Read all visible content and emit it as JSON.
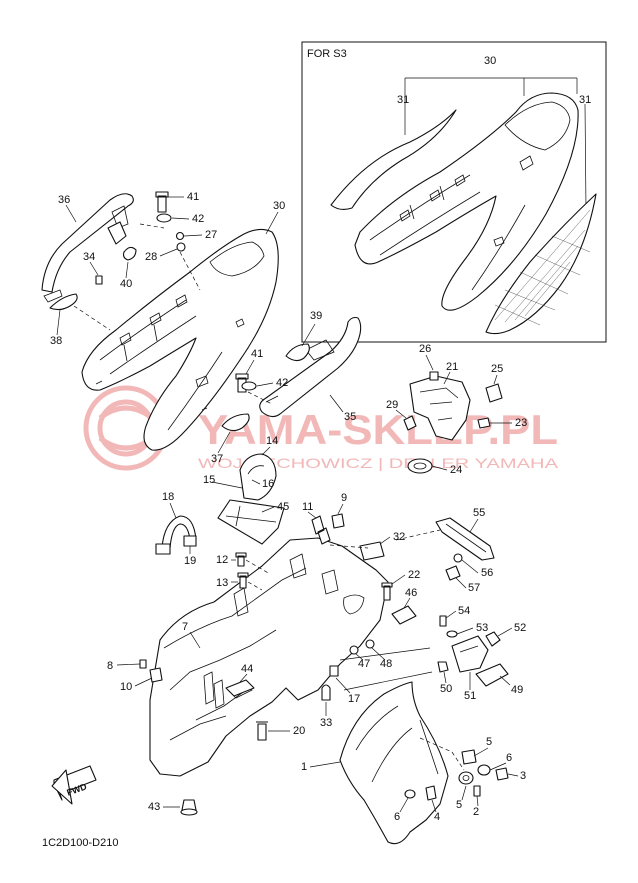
{
  "inset": {
    "title": "FOR S3"
  },
  "watermark": {
    "line1": "YAMA-SKLEP.PL",
    "line2": "WOJCIECHOWICZ | DEALER YAMAHA"
  },
  "direction": {
    "label": "FWD"
  },
  "diagram_code": "1C2D100-D210",
  "colors": {
    "line": "#111111",
    "watermark": "#f2b8b8",
    "background": "#ffffff"
  },
  "callouts": {
    "c30_inset": "30",
    "c31_left": "31",
    "c31_right": "31",
    "c36": "36",
    "c41a": "41",
    "c42a": "42",
    "c27": "27",
    "c28": "28",
    "c30_main": "30",
    "c34": "34",
    "c40": "40",
    "c38": "38",
    "c39": "39",
    "c41b": "41",
    "c42b": "42",
    "c35": "35",
    "c26": "26",
    "c21": "21",
    "c25": "25",
    "c29": "29",
    "c23": "23",
    "c24": "24",
    "c37": "37",
    "c14": "14",
    "c15": "15",
    "c16": "16",
    "c45": "45",
    "c18": "18",
    "c19": "19",
    "c11": "11",
    "c9": "9",
    "c32": "32",
    "c55": "55",
    "c56": "56",
    "c57": "57",
    "c12": "12",
    "c13": "13",
    "c22": "22",
    "c46": "46",
    "c7": "7",
    "c54": "54",
    "c53": "53",
    "c52": "52",
    "c8": "8",
    "c10": "10",
    "c44": "44",
    "c47": "47",
    "c48": "48",
    "c50": "50",
    "c51": "51",
    "c49": "49",
    "c17": "17",
    "c33": "33",
    "c20": "20",
    "c5a": "5",
    "c6a": "6",
    "c1": "1",
    "c3": "3",
    "c43": "43",
    "c6b": "6",
    "c4": "4",
    "c5b": "5",
    "c2": "2"
  }
}
